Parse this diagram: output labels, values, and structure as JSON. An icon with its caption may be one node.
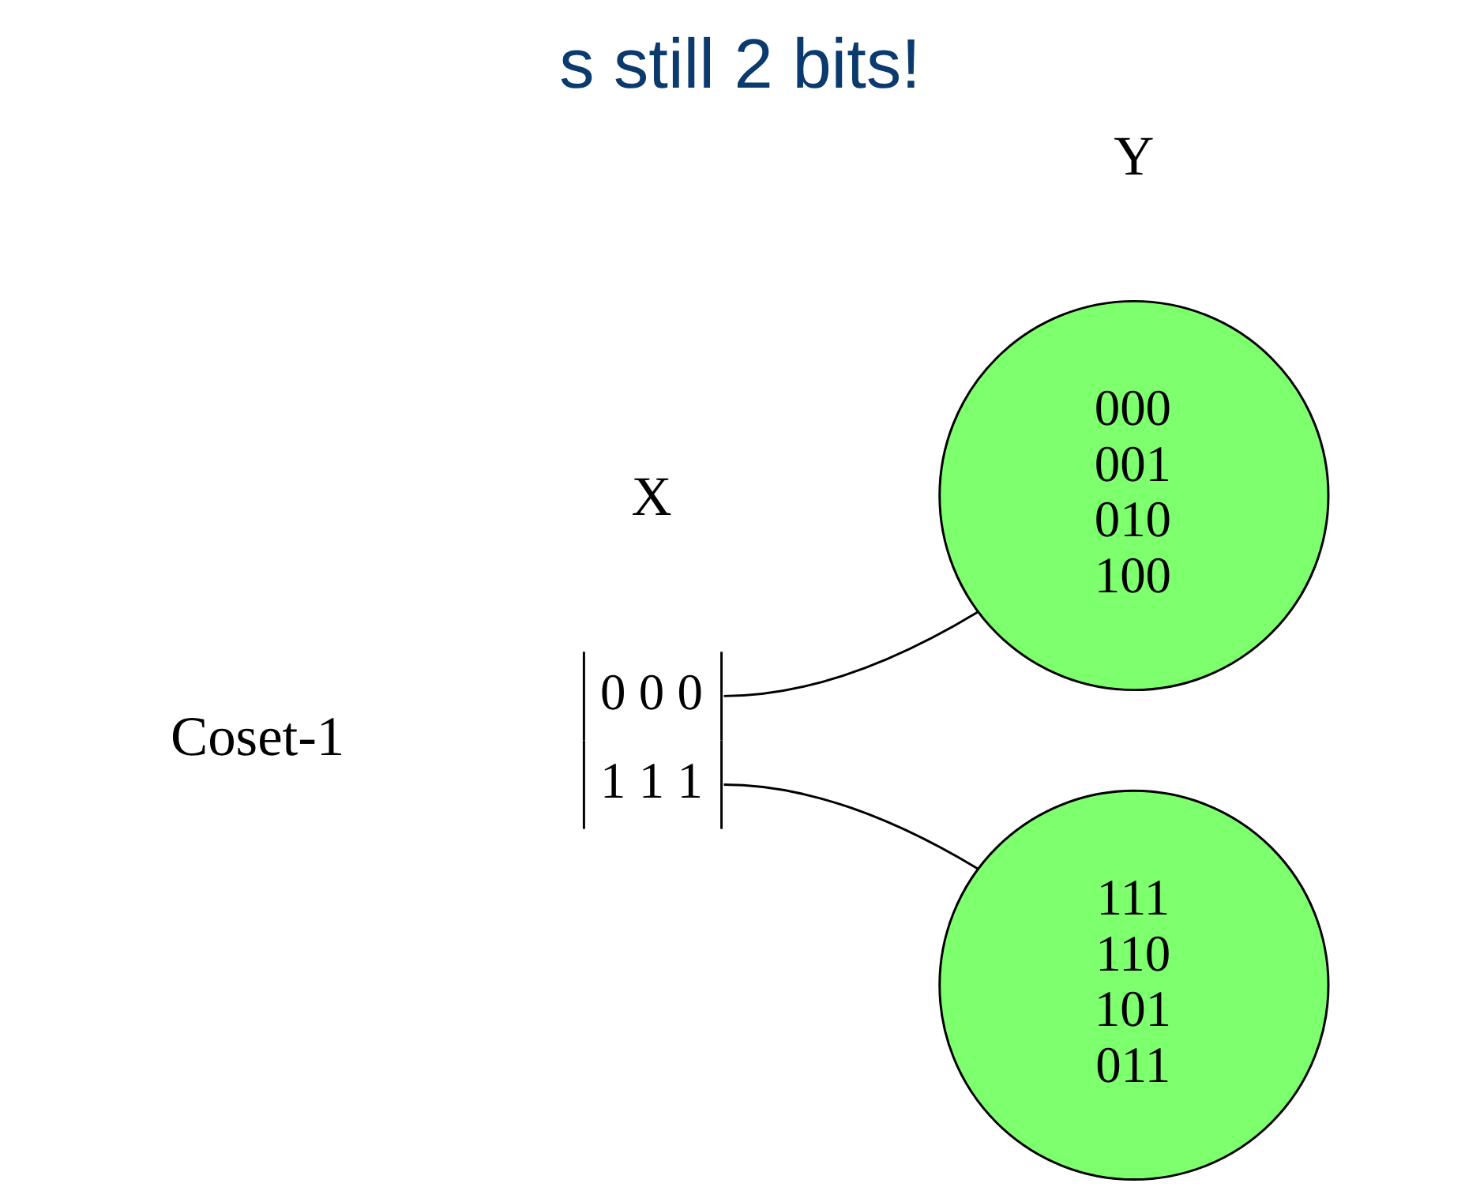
{
  "diagram": {
    "title": "s still 2 bits!",
    "nodes": [
      {
        "text": [
          "0 0 0",
          "1 1 1"
        ]
      },
      {
        "text": [
          "000",
          "001",
          "010",
          "100"
        ]
      },
      {
        "text": [
          "111",
          "110",
          "101",
          "011"
        ]
      }
    ],
    "edges": [
      {
        "from": 0,
        "to": 1,
        "arrow": "none"
      },
      {
        "from": 0,
        "to": 2,
        "arrow": "none"
      }
    ],
    "labels": [
      "Y",
      "X",
      "Coset-1"
    ]
  }
}
